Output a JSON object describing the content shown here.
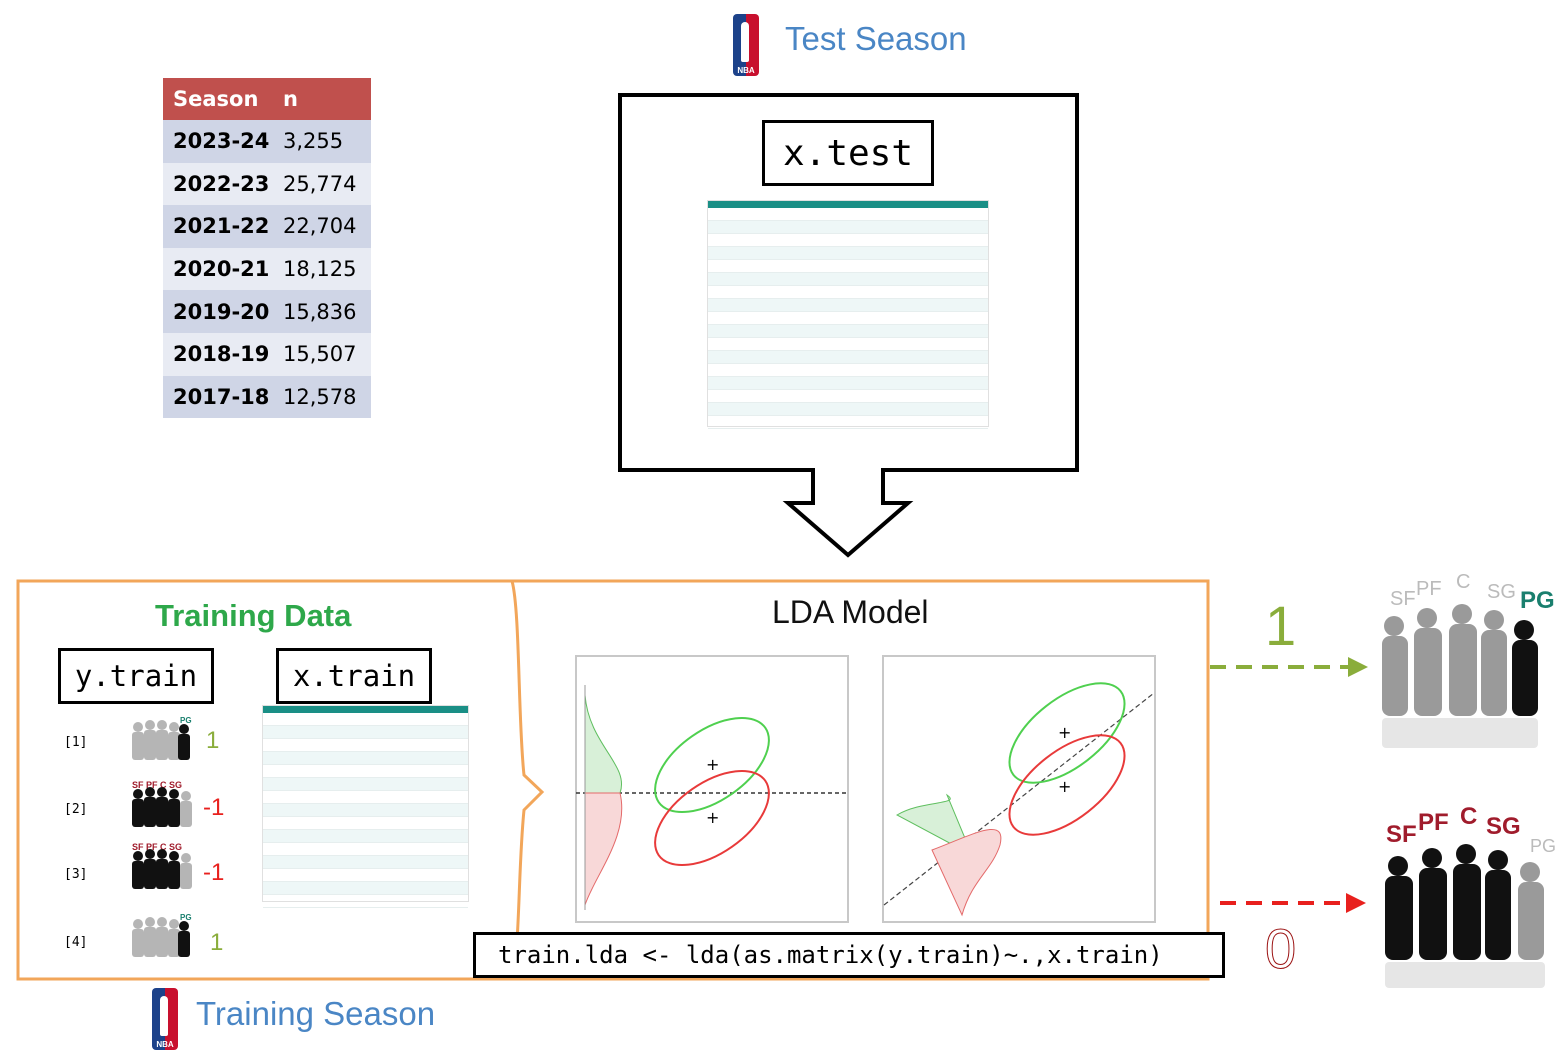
{
  "header": {
    "test_season": "Test Season",
    "training_season": "Training Season",
    "nba_logo_text": "NBA"
  },
  "season_table": {
    "columns": [
      "Season",
      "n"
    ],
    "rows": [
      {
        "season": "2023-24",
        "n": "3,255"
      },
      {
        "season": "2022-23",
        "n": "25,774"
      },
      {
        "season": "2021-22",
        "n": "22,704"
      },
      {
        "season": "2020-21",
        "n": "18,125"
      },
      {
        "season": "2019-20",
        "n": "15,836"
      },
      {
        "season": "2018-19",
        "n": "15,507"
      },
      {
        "season": "2017-18",
        "n": "12,578"
      }
    ]
  },
  "test_box": {
    "label": "x.test"
  },
  "training": {
    "title": "Training Data",
    "y_label": "y.train",
    "x_label": "x.train",
    "rows": [
      {
        "index": "[1]",
        "tag": "PG",
        "value": "1"
      },
      {
        "index": "[2]",
        "tag": "SF PF C SG",
        "value": "-1"
      },
      {
        "index": "[3]",
        "tag": "SF PF C SG",
        "value": "-1"
      },
      {
        "index": "[4]",
        "tag": "PG",
        "value": "1"
      }
    ]
  },
  "lda": {
    "title": "LDA Model",
    "code": "train.lda <- lda(as.matrix(y.train)~.,x.train)",
    "plus": "+"
  },
  "output": {
    "positive_value": "1",
    "negative_value": "0",
    "positive_group": {
      "labels": [
        "SF",
        "PF",
        "C",
        "SG",
        "PG"
      ],
      "highlight": "PG"
    },
    "negative_group": {
      "labels": [
        "SF",
        "PF",
        "C",
        "SG",
        "PG"
      ],
      "highlight": "SF PF C SG"
    }
  },
  "colors": {
    "table_header": "#c0504d",
    "table_row_dark": "#cfd5e6",
    "table_row_light": "#e8ebf3",
    "training_title": "#2ea84a",
    "panel_border": "#f2a65a",
    "positive": "#8aad3b",
    "negative": "#e8201d",
    "season_label": "#4a86c5",
    "teal": "#1a7f6e",
    "maroon": "#a01c2c"
  }
}
